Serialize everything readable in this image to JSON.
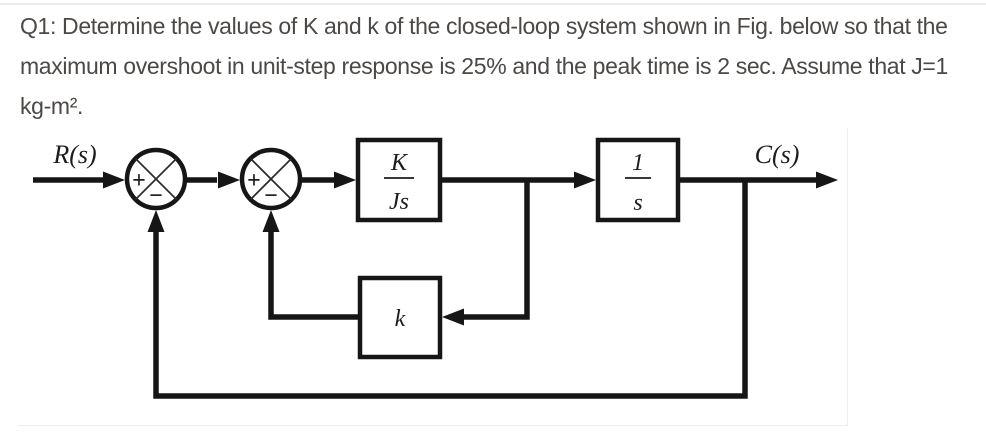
{
  "question": {
    "lines": [
      "Q1: Determine the values of K and k of the closed-loop system shown in Fig. below so that the",
      "maximum overshoot in unit-step response is 25% and the peak time is 2 sec. Assume that J=1",
      "kg-m²."
    ]
  },
  "diagram": {
    "input_label": "R(s)",
    "output_label": "C(s)",
    "sum1": {
      "plus": "+",
      "minus": "−"
    },
    "sum2": {
      "plus": "+",
      "minus": "−"
    },
    "forward_block": {
      "numerator": "K",
      "denominator": "Js"
    },
    "integrator_block": {
      "numerator": "1",
      "denominator": "s"
    },
    "feedback_block": {
      "label": "k"
    }
  },
  "colors": {
    "diagram_ink": "#161616",
    "body_text": "#4b4845",
    "divider": "#edebe9",
    "figure_border": "#efedeb"
  }
}
